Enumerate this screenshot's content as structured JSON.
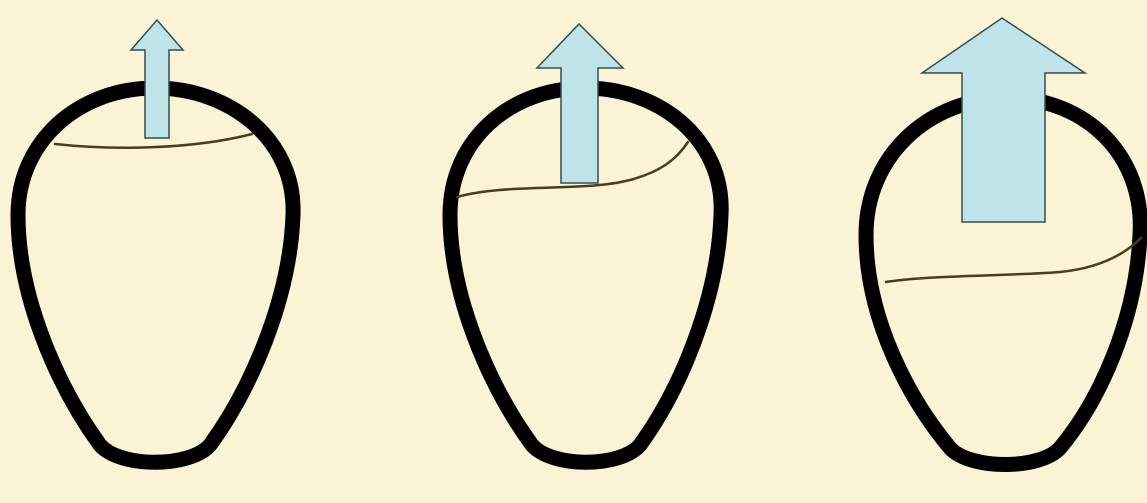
{
  "diagram": {
    "background_color": "#fbf3d6",
    "outline_color": "#000000",
    "arrow_fill": "#bfe3e7",
    "arrow_stroke": "#2f4f52",
    "level_line_color": "#4a3d1c",
    "panels": [
      {
        "id": "egg-1",
        "arrow_size": "small"
      },
      {
        "id": "egg-2",
        "arrow_size": "medium"
      },
      {
        "id": "egg-3",
        "arrow_size": "large"
      }
    ]
  }
}
